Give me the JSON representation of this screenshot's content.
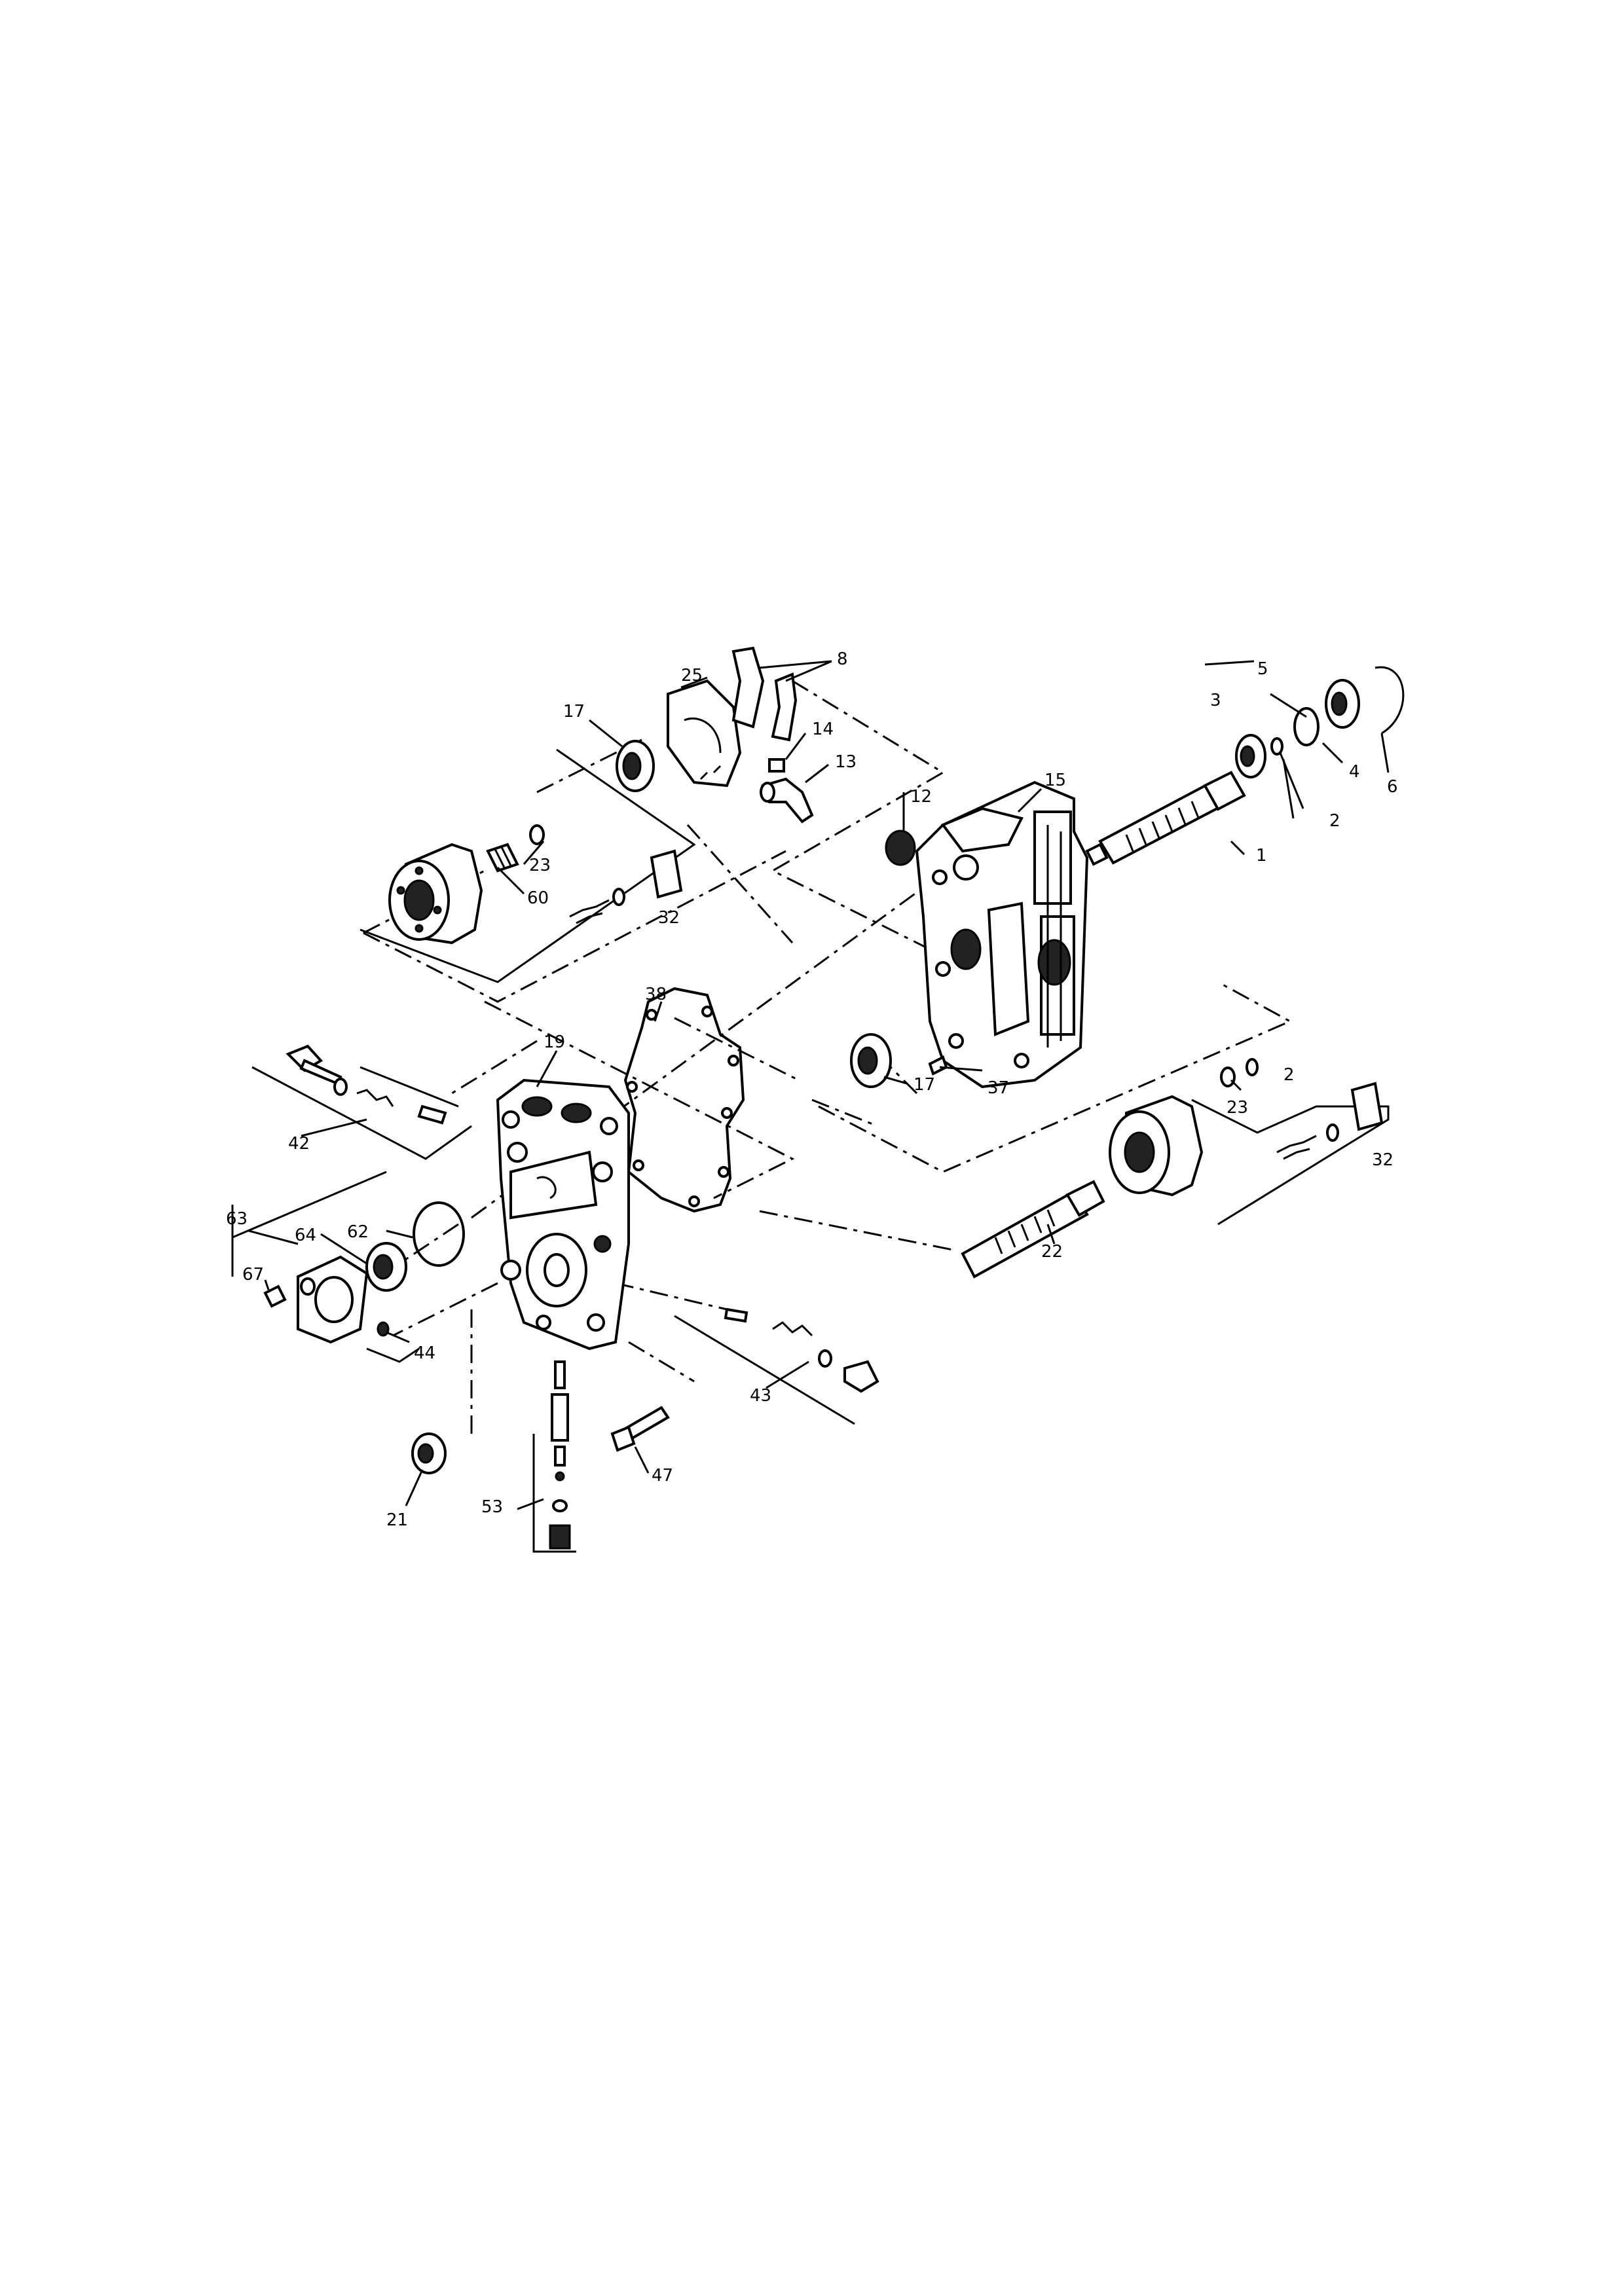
{
  "callouts": {
    "c1": "1",
    "c2a": "2",
    "c2b": "2",
    "c3": "3",
    "c4": "4",
    "c5": "5",
    "c6": "6",
    "c8": "8",
    "c12": "12",
    "c13": "13",
    "c14": "14",
    "c15": "15",
    "c17a": "17",
    "c17b": "17",
    "c19": "19",
    "c21": "21",
    "c22": "22",
    "c23a": "23",
    "c23b": "23",
    "c25": "25",
    "c32a": "32",
    "c32b": "32",
    "c37": "37",
    "c38": "38",
    "c42": "42",
    "c43": "43",
    "c44": "44",
    "c47": "47",
    "c53": "53",
    "c60": "60",
    "c62": "62",
    "c63": "63",
    "c64": "64",
    "c67": "67"
  }
}
